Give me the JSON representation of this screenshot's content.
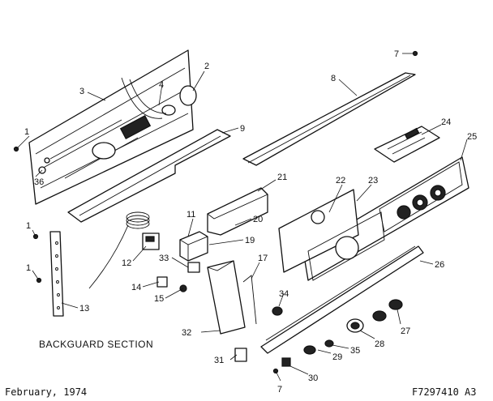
{
  "section_title": "BACKGUARD SECTION",
  "date": "February, 1974",
  "part_number": "F7297410 A3",
  "callouts": [
    "1",
    "2",
    "3",
    "4",
    "36",
    "9",
    "1",
    "13",
    "1",
    "11",
    "12",
    "33",
    "14",
    "15",
    "19",
    "20",
    "21",
    "17",
    "32",
    "31",
    "34",
    "7",
    "7",
    "8",
    "22",
    "23",
    "24",
    "25",
    "26",
    "27",
    "28",
    "29",
    "30",
    "35"
  ]
}
